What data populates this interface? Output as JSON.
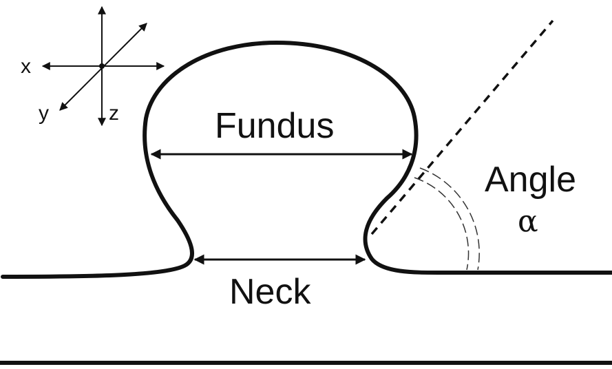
{
  "diagram": {
    "labels": {
      "fundus": "Fundus",
      "neck": "Neck",
      "angle": "Angle",
      "alpha": "α"
    },
    "axes": {
      "x": "x",
      "y": "y",
      "z": "z"
    }
  },
  "colors": {
    "stroke": "#111111",
    "background": "#ffffff"
  }
}
